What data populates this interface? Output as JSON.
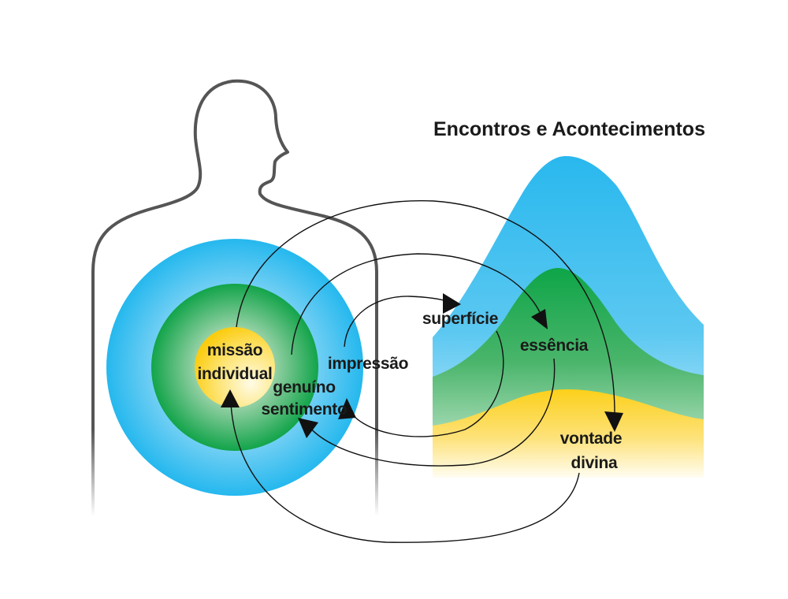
{
  "title": "Encontros e Acontecimentos",
  "labels": {
    "mission_line1": "missão",
    "mission_line2": "individual",
    "feeling_line1": "genuíno",
    "feeling_line2": "sentimento",
    "impression": "impressão",
    "surface": "superfície",
    "essence": "essência",
    "will_line1": "vontade",
    "will_line2": "divina"
  },
  "colors": {
    "outline": "#555555",
    "blue": "#29b9ee",
    "green": "#13a64a",
    "yellow": "#fcd21c",
    "arrow": "#111111"
  }
}
